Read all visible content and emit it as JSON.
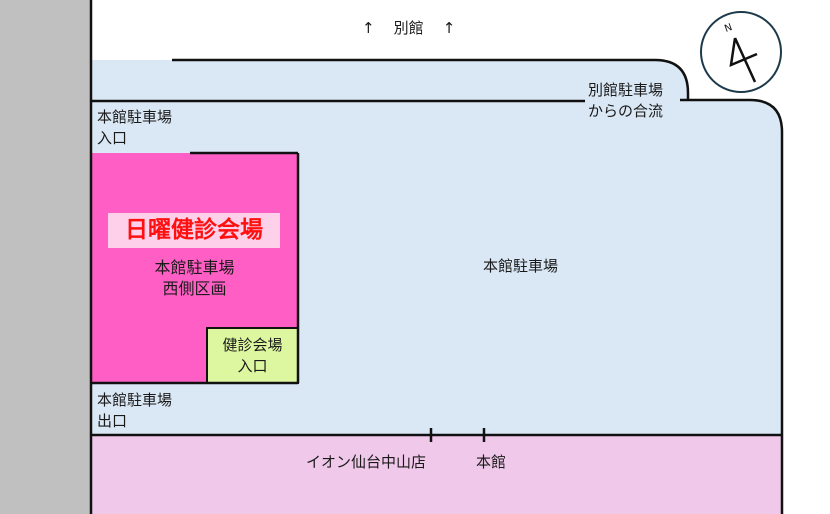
{
  "top_label": {
    "arrow_left": "↑",
    "text": "別館",
    "arrow_right": "↑"
  },
  "compass": {
    "letter": "N"
  },
  "merge_label": [
    "別館駐車場",
    "からの合流"
  ],
  "entrance_label": [
    "本館駐車場",
    "入口"
  ],
  "exit_label": [
    "本館駐車場",
    "出口"
  ],
  "venue_title": "日曜健診会場",
  "west_section_label": [
    "本館駐車場",
    "西側区画"
  ],
  "venue_entrance_label": [
    "健診会場",
    "入口"
  ],
  "main_lot_label": "本館駐車場",
  "store_label": {
    "name": "イオン仙台中山店",
    "building": "本館"
  },
  "colors": {
    "lot": "#dae7f5",
    "venue": "#ff5fc5",
    "venue_entrance": "#ddf7a0",
    "store": "#f0c8ea",
    "title_text": "#ff1010",
    "sidewalk": "#c0c0c0"
  }
}
